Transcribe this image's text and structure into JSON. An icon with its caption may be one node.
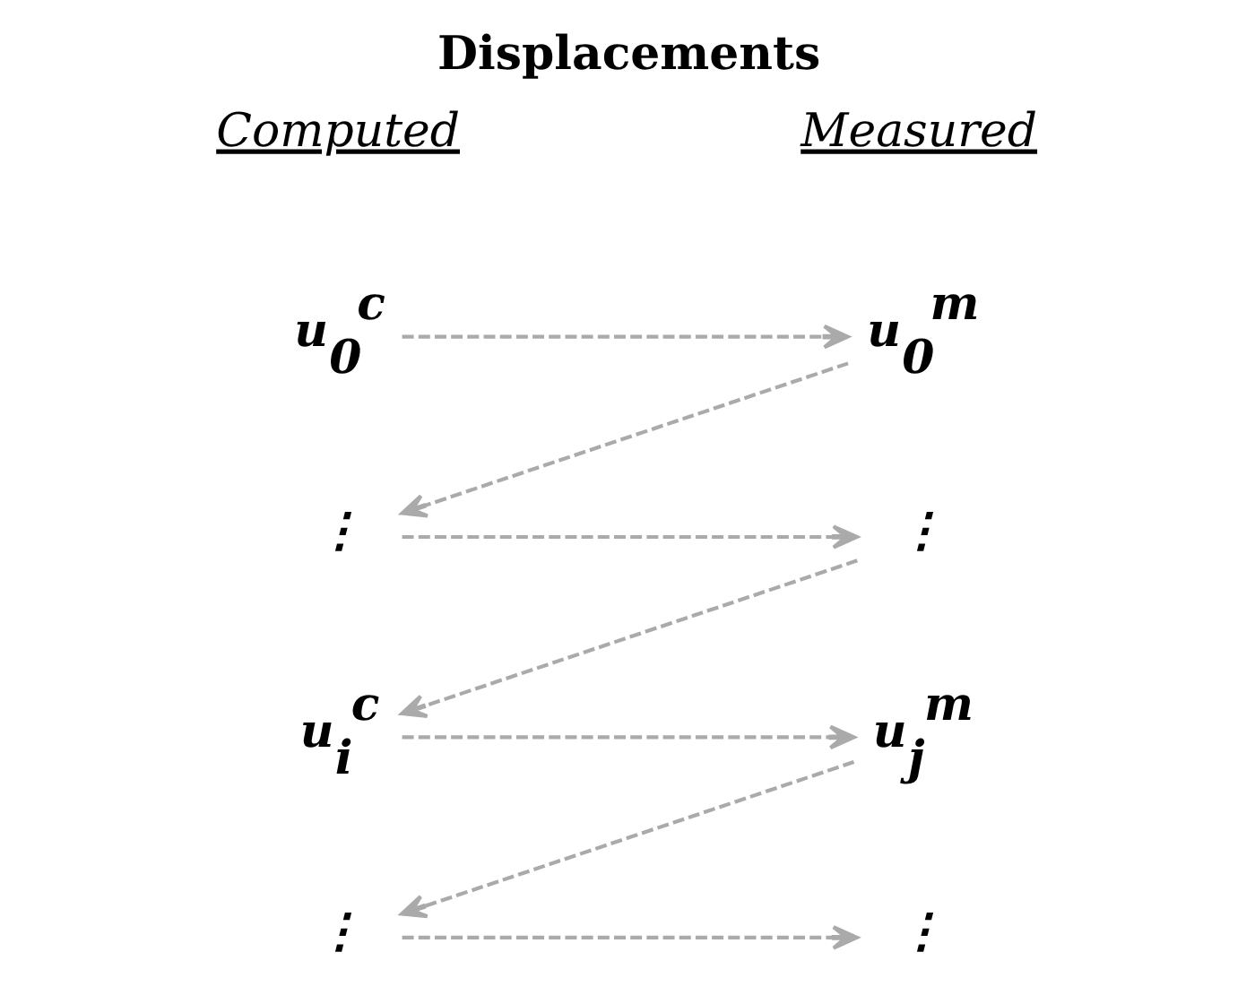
{
  "diagram": {
    "title": "Displacements",
    "nodes": [
      {
        "text": [
          "u$_{0}$$^{c}$"
        ]
      },
      {
        "text": [
          "u$_{0}$$^{m}$"
        ]
      },
      {
        "text": [
          "⋮"
        ]
      },
      {
        "text": [
          "⋮"
        ]
      },
      {
        "text": [
          "u$_{i}$$^{c}$"
        ]
      },
      {
        "text": [
          "u$_{j}$$^{m}$"
        ]
      },
      {
        "text": [
          "⋮"
        ]
      },
      {
        "text": [
          "⋮"
        ]
      }
    ],
    "edges": [
      {
        "from": 0,
        "to": 1,
        "arrow": "to",
        "style": "dashed"
      },
      {
        "from": 1,
        "to": 2,
        "arrow": "to",
        "style": "dashed"
      },
      {
        "from": 2,
        "to": 3,
        "arrow": "to",
        "style": "dashed"
      },
      {
        "from": 3,
        "to": 4,
        "arrow": "to",
        "style": "dashed"
      },
      {
        "from": 4,
        "to": 5,
        "arrow": "to",
        "style": "dashed"
      },
      {
        "from": 5,
        "to": 6,
        "arrow": "to",
        "style": "dashed"
      },
      {
        "from": 6,
        "to": 7,
        "arrow": "to",
        "style": "dashed"
      }
    ],
    "labels": [
      "Computed",
      "Measured"
    ]
  }
}
